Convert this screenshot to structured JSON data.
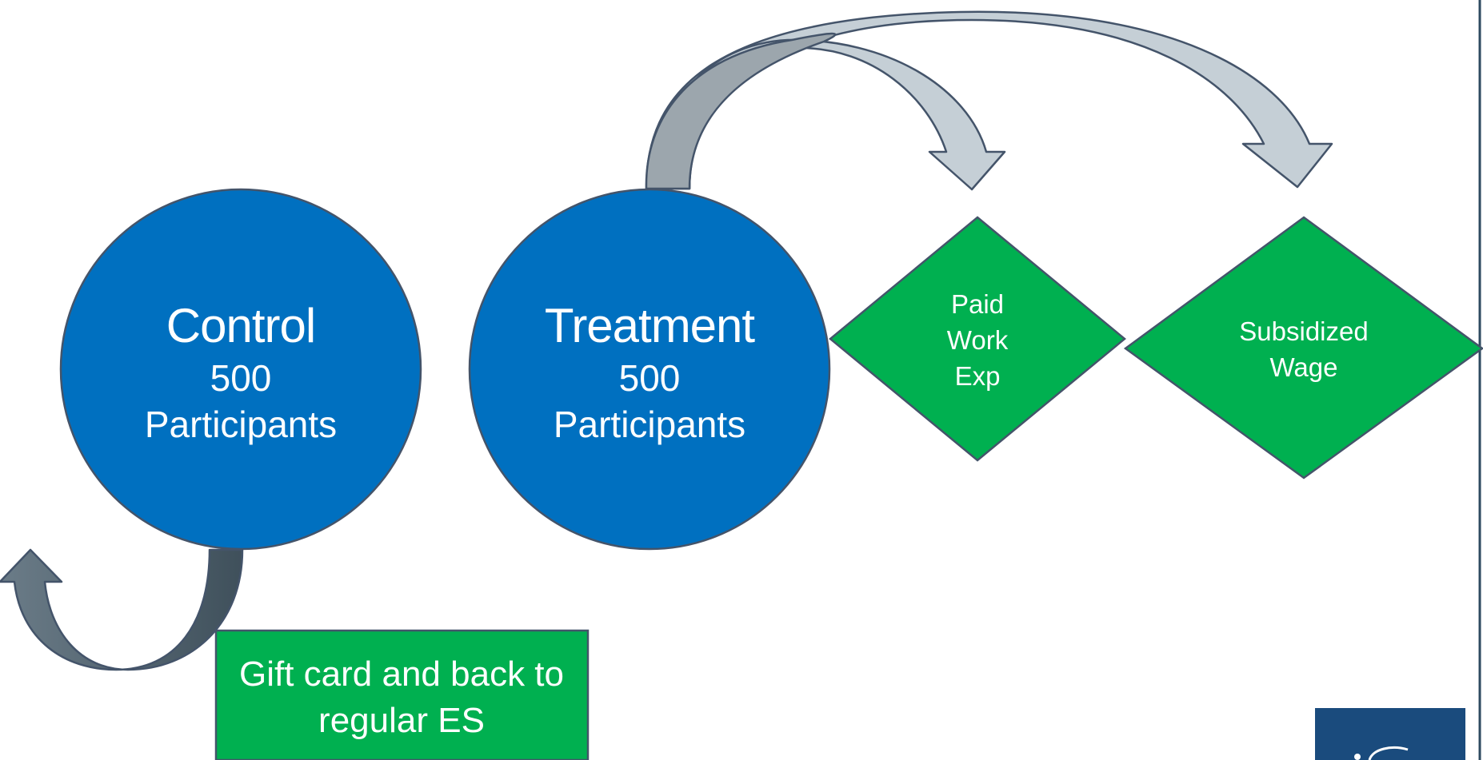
{
  "control": {
    "title": "Control",
    "count": "500",
    "unit": "Participants"
  },
  "treatment": {
    "title": "Treatment",
    "count": "500",
    "unit": "Participants"
  },
  "outcomes": {
    "paid_work": {
      "line1": "Paid",
      "line2": "Work",
      "line3": "Exp"
    },
    "subsidized": {
      "line1": "Subsidized",
      "line2": "Wage"
    }
  },
  "control_outcome": {
    "line1": "Gift card and back to",
    "line2": "regular ES"
  },
  "colors": {
    "circle": "#0070C0",
    "diamond": "#00B050",
    "arrow_light": "#C5CFD6",
    "arrow_mid": "#9CA6AD",
    "arrow_dark": "#4D5E69",
    "outline": "#44546A",
    "right_border": "#2E4A60",
    "logo": "#1A4B7D"
  },
  "icons": {
    "logo": "organization-logo"
  }
}
